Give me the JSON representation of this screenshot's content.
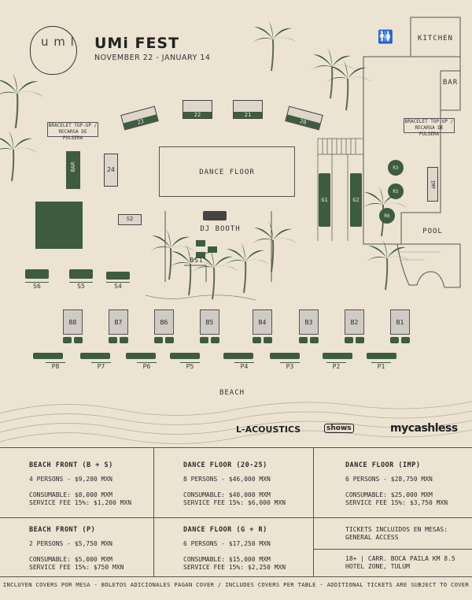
{
  "header": {
    "logo_text": "u m l",
    "title": "UMi FEST",
    "dates": "NOVEMBER 22 - JANUARY 14"
  },
  "map": {
    "kitchen": "KITCHEN",
    "bar_right": "BAR",
    "bar_left": "BAR",
    "bracelet_left": "BRACELET TOP-UP / RECARGA DE PULSERA",
    "bracelet_right": "BRACELET TOP-UP / RECARGA DE PULSERA",
    "dance_floor": "DANCE FLOOR",
    "dj_booth": "DJ BOOTH",
    "bs1": "BS1",
    "pool": "POOL",
    "beach": "BEACH",
    "tables_top": [
      "23",
      "22",
      "21",
      "20"
    ],
    "table_24": "24",
    "table_s2": "S2",
    "tables_s": [
      "S6",
      "S5",
      "S4"
    ],
    "tables_g": [
      "G1",
      "G2"
    ],
    "tables_r": [
      "R3",
      "R5",
      "R6"
    ],
    "table_imp": "IMP",
    "tables_b": [
      "B8",
      "B7",
      "B6",
      "B5",
      "B4",
      "B3",
      "B2",
      "B1"
    ],
    "tables_p": [
      "P8",
      "P7",
      "P6",
      "P5",
      "P4",
      "P3",
      "P2",
      "P1"
    ]
  },
  "sponsors": [
    "L-ACOUSTICS",
    "shows",
    "mycashless"
  ],
  "pricing": {
    "beach_front_bs": {
      "title": "BEACH FRONT (B + S)",
      "persons": "4 PERSONS - $9,200 MXN",
      "consumable": "CONSUMABLE: $8,000 MXM",
      "fee": "SERVICE FEE 15%: $1,200 MXN"
    },
    "dance_floor_2025": {
      "title": "DANCE FLOOR (20-25)",
      "persons": "8 PERSONS - $46,000 MXN",
      "consumable": "CONSUMABLE: $40,000 MXM",
      "fee": "SERVICE FEE 15%: $6,000 MXN"
    },
    "dance_floor_imp": {
      "title": "DANCE FLOOR (IMP)",
      "persons": "6 PERSONS - $28,750 MXN",
      "consumable": "CONSUMABLE: $25,000 MXM",
      "fee": "SERVICE FEE 15%: $3,750 MXN"
    },
    "beach_front_p": {
      "title": "BEACH FRONT (P)",
      "persons": "2 PERSONS - $5,750 MXN",
      "consumable": "CONSUMABLE: $5,000 MXM",
      "fee": "SERVICE FEE 15%: $750 MXN"
    },
    "dance_floor_gr": {
      "title": "DANCE FLOOR (G + R)",
      "persons": "6 PERSONS - $17,250 MXN",
      "consumable": "CONSUMABLE: $15,000 MXM",
      "fee": "SERVICE FEE 15%: $2,250 MXN"
    },
    "tickets_note": "TICKETS INCLUIDOS EN MESAS: GENERAL ACCESS",
    "location": "18+ | CARR. BOCA PAILA KM 8.5 HOTEL ZONE, TULUM"
  },
  "footer": "INCLUYEN COVERS POR MESA - BOLETOS ADICIONALES PAGAN COVER / INCLUDES COVERS PER TABLE - ADDITIONAL TICKETS ARE SUBJECT TO COVER",
  "colors": {
    "background": "#ece3d2",
    "green": "#3d5c40",
    "table_gray": "#cfcbc4"
  },
  "icons": [
    "restroom-icon",
    "speaker-icon",
    "palm-tree-icon"
  ]
}
